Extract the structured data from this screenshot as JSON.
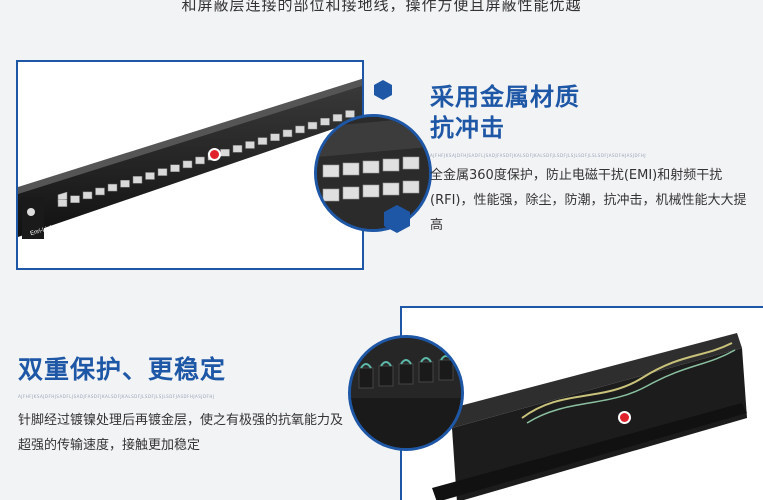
{
  "top_caption": "和屏蔽层连接的部位和接地线，操作方便且屏蔽性能优越",
  "section1": {
    "title_line1": "采用金属材质",
    "title_line2": "抗冲击",
    "tiny_text": "AJFHFJKSAJDFHJSADFLJSADJFASDFJKALSDFJKALSDFJLSDFJLSJLSDFJLSLSDFJASDFHJASJDFHJ",
    "description": "全金属360度保护，防止电磁干扰(EMI)和射频干扰(RFI)，性能强，除尘，防潮，抗冲击，机械性能大大提高",
    "brand_label": "Enri-Link"
  },
  "section2": {
    "title": "双重保护、更稳定",
    "tiny_text": "AJFHFJKSAJDFHJSADFLJSADJFASDFJKALSDFJKALSDFJLSDFJLSJLSDFJASDFHJASJDFHJ",
    "description": "针脚经过镀镍处理后再镀金层，使之有极强的抗氧能力及超强的传输速度，接触更加稳定"
  },
  "colors": {
    "accent": "#1e57a6",
    "marker": "#e0202a"
  }
}
